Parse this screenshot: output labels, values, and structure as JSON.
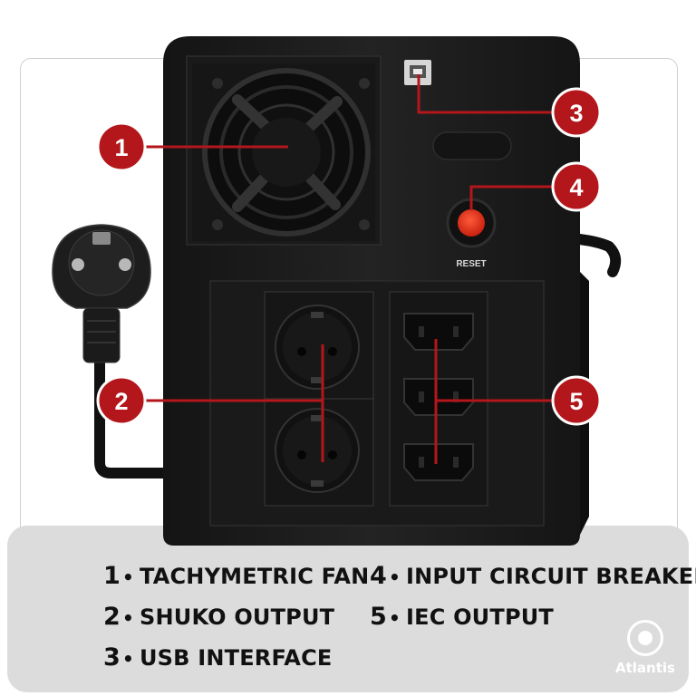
{
  "callouts": [
    {
      "number": "1",
      "label": "TACHYMETRIC FAN"
    },
    {
      "number": "2",
      "label": "SHUKO OUTPUT"
    },
    {
      "number": "3",
      "label": "USB INTERFACE"
    },
    {
      "number": "4",
      "label": "INPUT CIRCUIT BREAKER"
    },
    {
      "number": "5",
      "label": "IEC OUTPUT"
    }
  ],
  "separator": "•",
  "device": {
    "reset_label": "RESET"
  },
  "brand": {
    "name": "Atlantis"
  },
  "colors": {
    "callout_red": "#b3161b",
    "device_body": "#1c1c1c",
    "legend_bg": "#dcdcdc"
  }
}
